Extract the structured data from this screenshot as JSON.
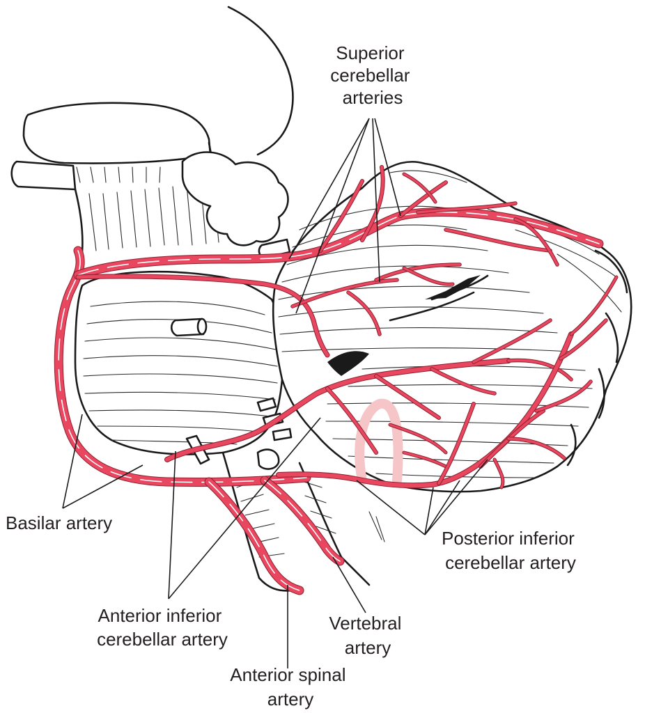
{
  "labels": {
    "superior": [
      "Superior",
      "cerebellar",
      "arteries"
    ],
    "basilar": [
      "Basilar artery"
    ],
    "posterior": [
      "Posterior inferior",
      "cerebellar artery"
    ],
    "anterior_inferior": [
      "Anterior inferior",
      "cerebellar artery"
    ],
    "vertebral": [
      "Vertebral",
      "artery"
    ],
    "anterior_spinal": [
      "Anterior spinal",
      "artery"
    ]
  },
  "colors": {
    "artery": "#e8475f",
    "artery_outline": "#8e1f2f",
    "highlight": "#ffffff",
    "line": "#1a1a1a",
    "pica_shadow": "#f6c5c8"
  }
}
